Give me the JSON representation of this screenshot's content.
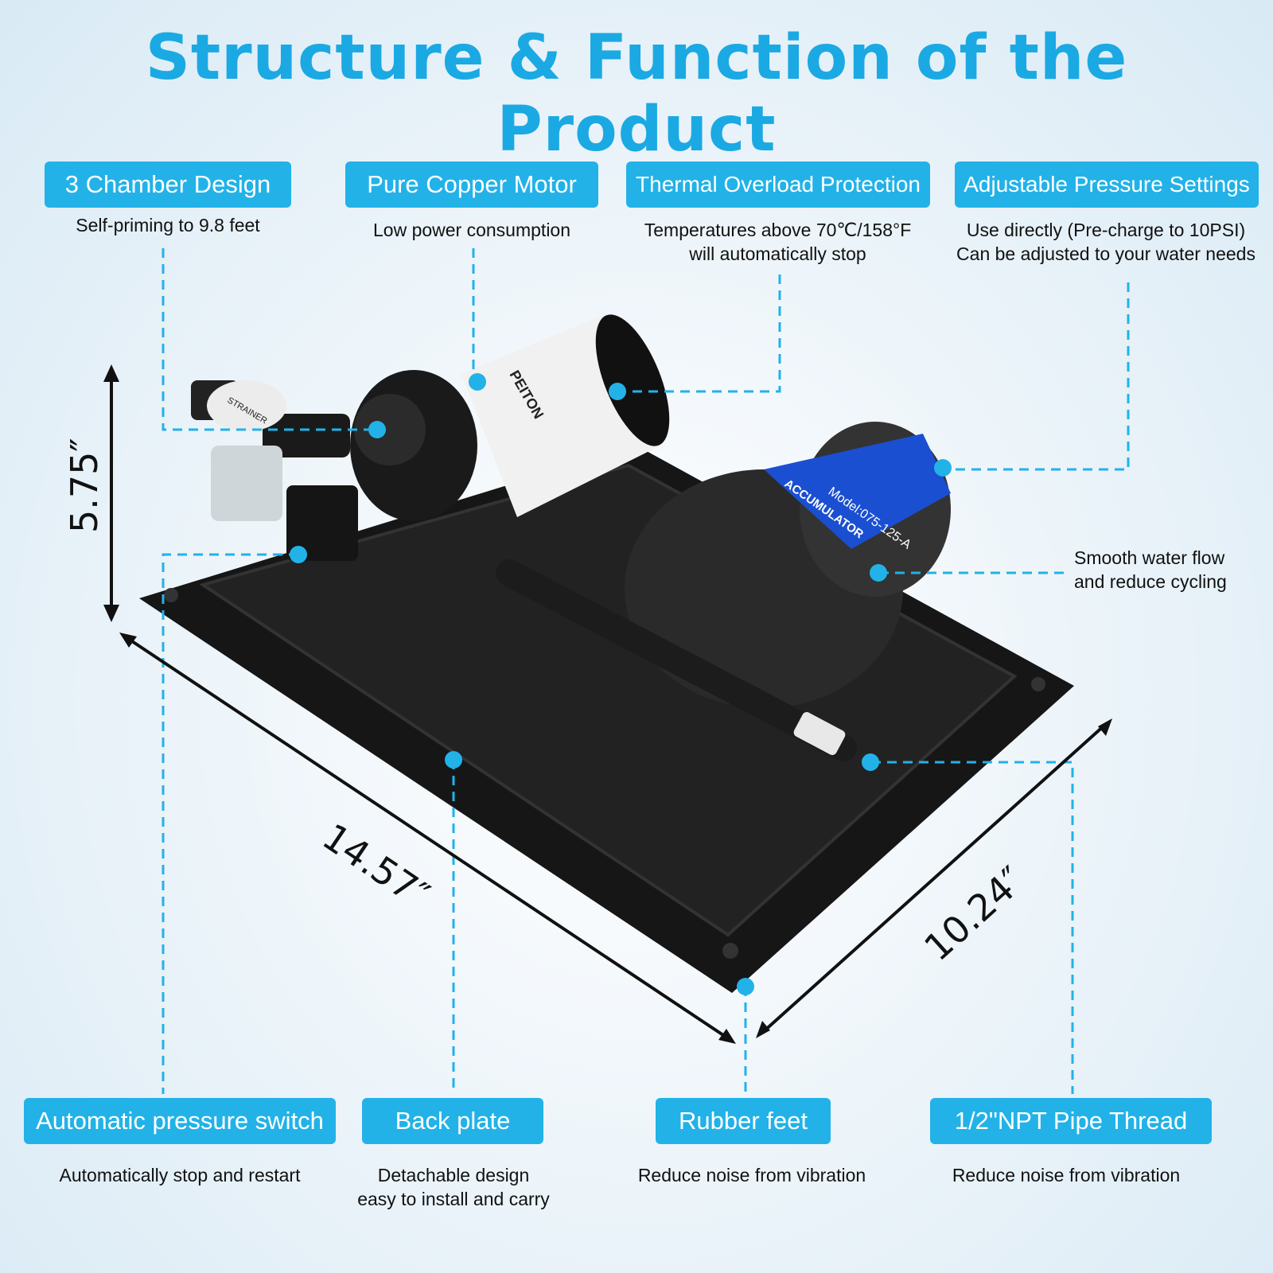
{
  "title": "Structure & Function of the Product",
  "features_top": [
    {
      "label": "3 Chamber Design",
      "desc": [
        "Self-priming to 9.8 feet"
      ]
    },
    {
      "label": "Pure Copper Motor",
      "desc": [
        "Low power consumption"
      ]
    },
    {
      "label": "Thermal Overload Protection",
      "desc": [
        "Temperatures above 70℃/158°F",
        "will automatically stop"
      ]
    },
    {
      "label": "Adjustable Pressure Settings",
      "desc": [
        "Use directly (Pre-charge to 10PSI)",
        "Can be adjusted to your water needs"
      ]
    }
  ],
  "accumulator_note": [
    "Smooth water flow",
    "and reduce cycling"
  ],
  "features_bottom": [
    {
      "label": "Automatic pressure switch",
      "desc": [
        "Automatically stop and restart"
      ]
    },
    {
      "label": "Back plate",
      "desc": [
        "Detachable design",
        "easy to install and carry"
      ]
    },
    {
      "label": "Rubber feet",
      "desc": [
        "Reduce noise from vibration"
      ]
    },
    {
      "label": "1/2\"NPT Pipe Thread",
      "desc": [
        "Reduce noise from vibration"
      ]
    }
  ],
  "dimensions": {
    "height": "5.75″",
    "length": "14.57″",
    "width": "10.24″"
  },
  "product_labels": {
    "brand": "PEITON",
    "strainer": "STRAINER",
    "accumulator": "ACCUMULATOR",
    "accumulator_model": "Model:075-125-A"
  },
  "colors": {
    "accent": "#22b2e8",
    "title": "#1ba9e3"
  }
}
